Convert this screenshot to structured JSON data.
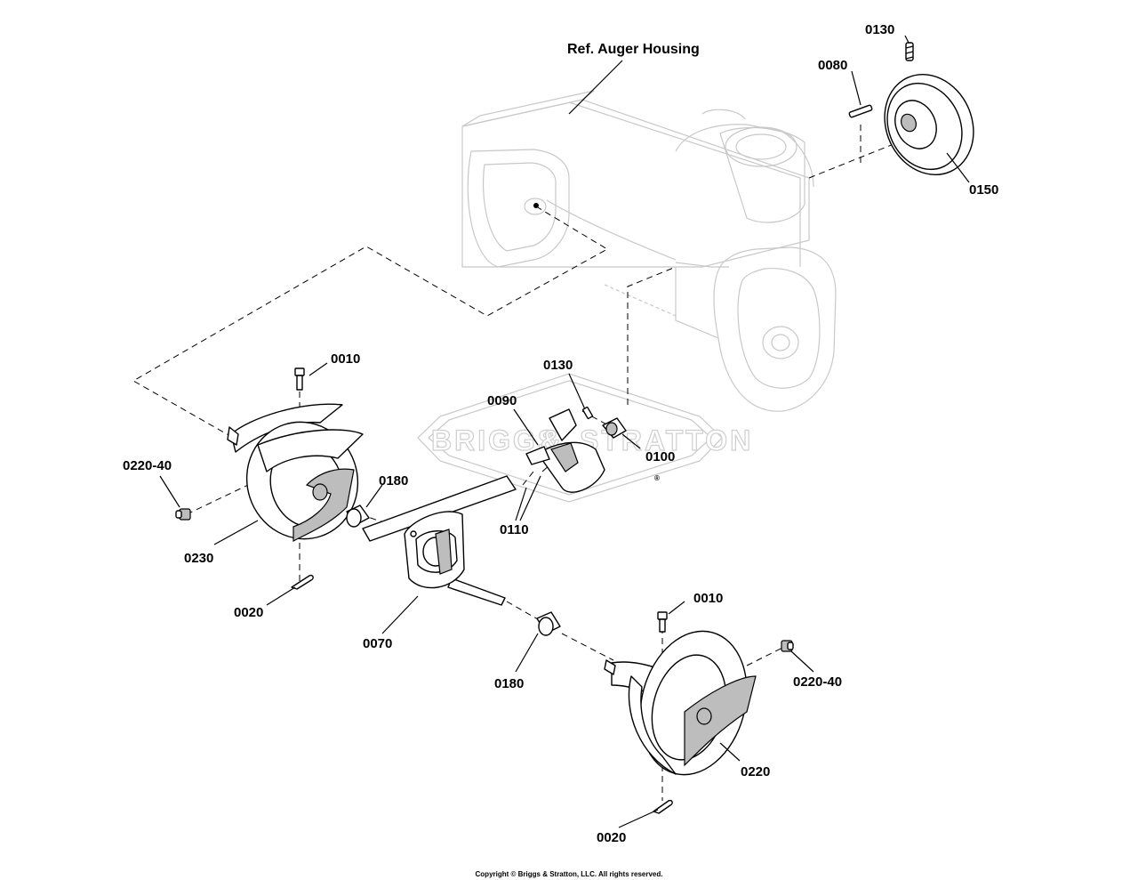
{
  "header": {
    "ref_label": "Ref. Auger Housing"
  },
  "callouts": {
    "c0130_top": "0130",
    "c0080": "0080",
    "c0150": "0150",
    "c0010_left": "0010",
    "c0130_mid": "0130",
    "c0090": "0090",
    "c0100": "0100",
    "c0220_40_left": "0220-40",
    "c0180_left": "0180",
    "c0110": "0110",
    "c0230": "0230",
    "c0020_left": "0020",
    "c0070": "0070",
    "c0010_right": "0010",
    "c0180_right": "0180",
    "c0220_40_right": "0220-40",
    "c0220": "0220",
    "c0020_right": "0020"
  },
  "watermark": {
    "text_left": "BRIGGS",
    "text_right": "STRATTON",
    "ampersand": "&",
    "reg_mark": "®"
  },
  "footer": {
    "copyright": "Copyright © Briggs & Stratton, LLC. All rights reserved."
  },
  "colors": {
    "line": "#000000",
    "ghost": "#c8c8c8",
    "shade": "#bdbdbd"
  }
}
